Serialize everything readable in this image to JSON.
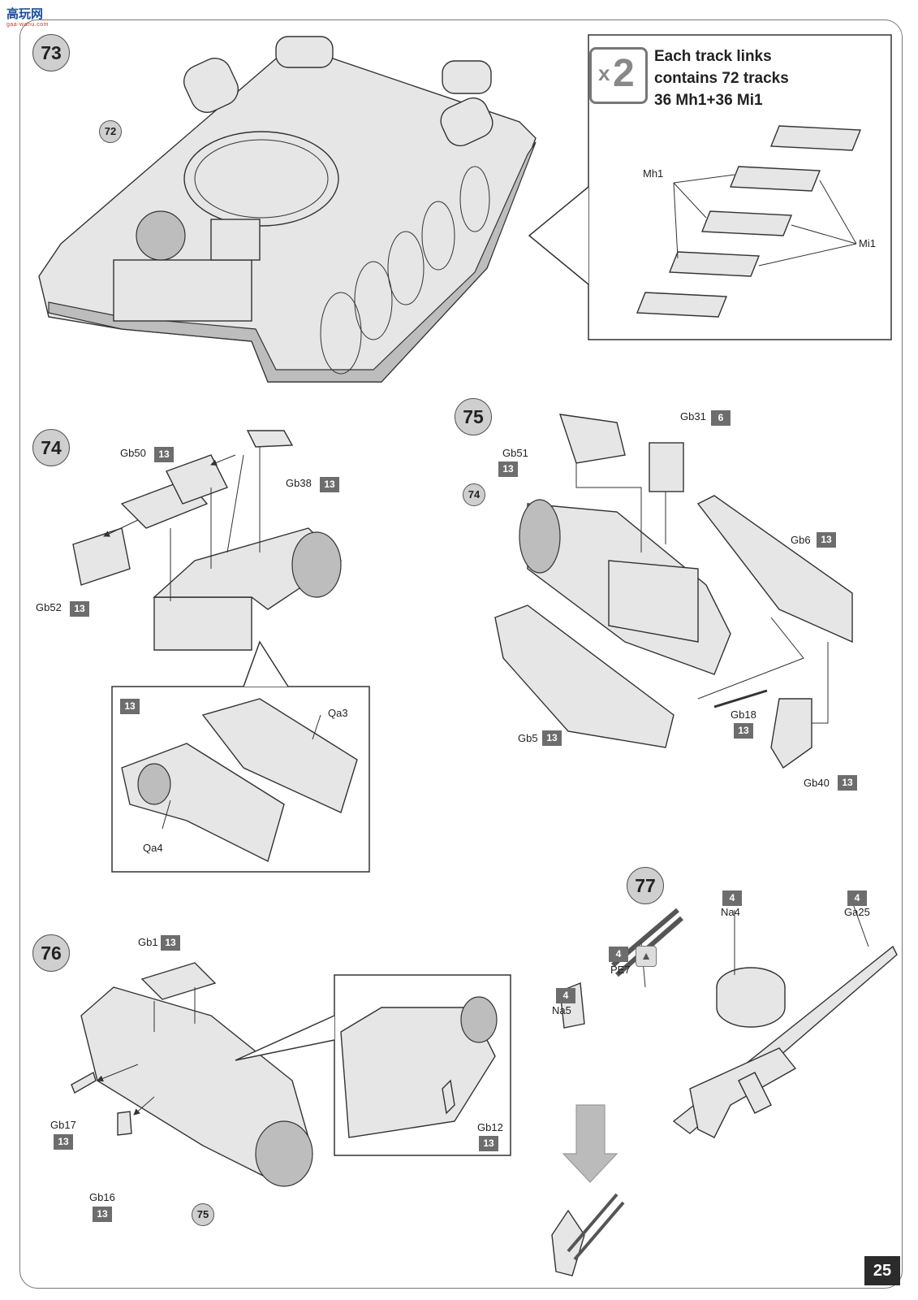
{
  "watermark": {
    "title": "高玩网",
    "subtitle": "gaa-wanu.com"
  },
  "page_number": "25",
  "steps": {
    "s73": {
      "number": "73",
      "ref_72": "72"
    },
    "tracks": {
      "multiplier_x": "x",
      "multiplier_n": "2",
      "line1": "Each track links",
      "line2": "contains 72 tracks",
      "line3": "36 Mh1+36 Mi1",
      "label_mh1": "Mh1",
      "label_mi1": "Mi1"
    },
    "s74": {
      "number": "74",
      "gb50": "Gb50",
      "gb50_badge": "13",
      "gb38": "Gb38",
      "gb38_badge": "13",
      "gb52": "Gb52",
      "gb52_badge": "13",
      "inset_badge": "13",
      "qa3": "Qa3",
      "qa4": "Qa4"
    },
    "s75": {
      "number": "75",
      "ref_74": "74",
      "gb51": "Gb51",
      "gb51_badge": "13",
      "gb31": "Gb31",
      "gb31_badge": "6",
      "gb6": "Gb6",
      "gb6_badge": "13",
      "gb18": "Gb18",
      "gb18_badge": "13",
      "gb5": "Gb5",
      "gb5_badge": "13",
      "gb40": "Gb40",
      "gb40_badge": "13"
    },
    "s76": {
      "number": "76",
      "gb1": "Gb1",
      "gb1_badge": "13",
      "gb17": "Gb17",
      "gb17_badge": "13",
      "gb16": "Gb16",
      "gb16_badge": "13",
      "gb12": "Gb12",
      "gb12_badge": "13",
      "ref_75": "75"
    },
    "s77": {
      "number": "77",
      "na4_badge": "4",
      "na4": "Na4",
      "ga25_badge": "4",
      "ga25": "Ga25",
      "pe7_badge": "4",
      "pe7": "PE7",
      "na5_badge": "4",
      "na5": "Na5"
    }
  }
}
